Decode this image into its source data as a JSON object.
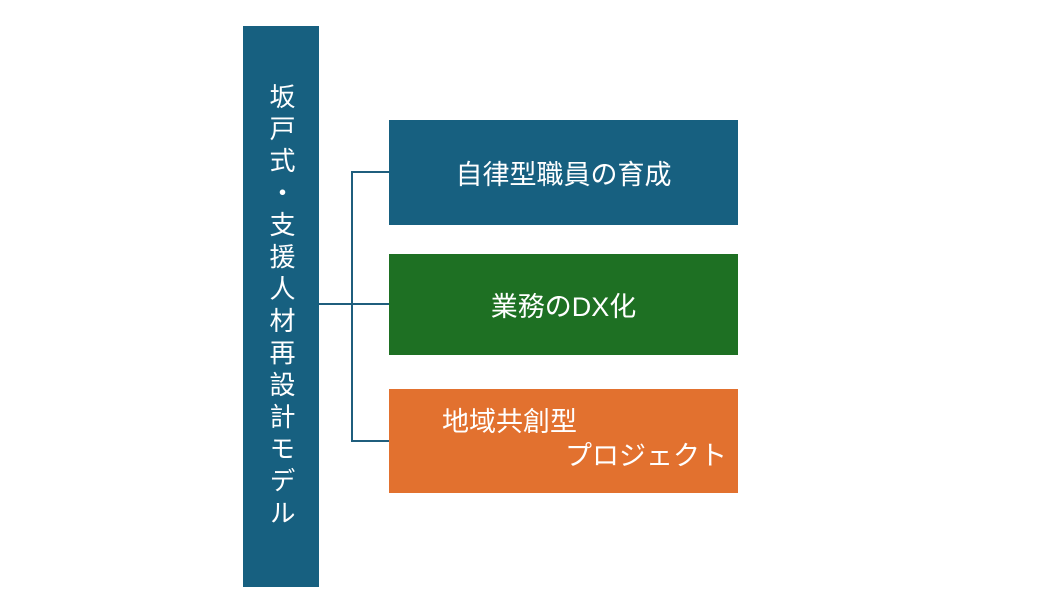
{
  "diagram": {
    "root": {
      "label": "坂戸式・支援人材再設計モデル",
      "bg_color": "#176080",
      "text_color": "#ffffff"
    },
    "branches": [
      {
        "label": "自律型職員の育成",
        "bg_color": "#176080",
        "text_color": "#ffffff"
      },
      {
        "label": "業務のDX化",
        "bg_color": "#1e7023",
        "text_color": "#ffffff"
      },
      {
        "label_lines": [
          "地域共創型",
          "プロジェクト"
        ],
        "bg_color": "#e2712f",
        "text_color": "#ffffff"
      }
    ],
    "connector_color": "#1f5e7d",
    "background_color": "#ffffff"
  }
}
